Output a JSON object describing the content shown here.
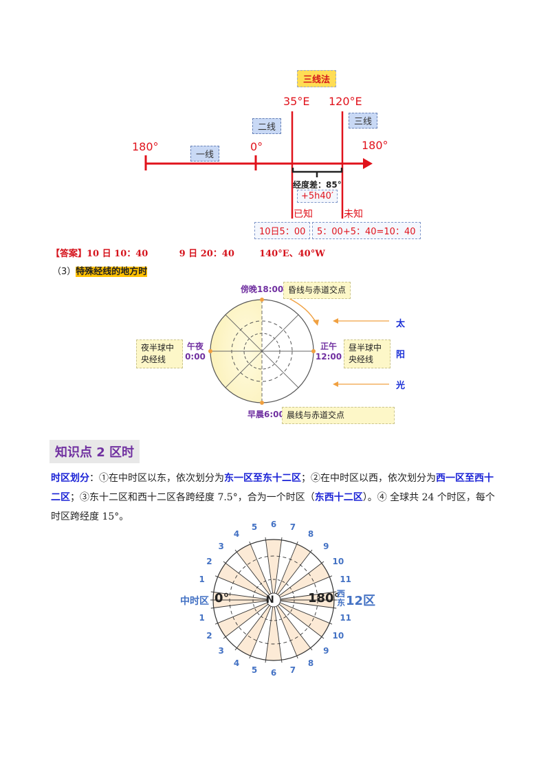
{
  "three_line": {
    "title": "三线法",
    "label_35e": "35°E",
    "label_120e": "120°E",
    "callout_line2": "二线",
    "callout_line3": "三线",
    "callout_line1": "一线",
    "label_180_left": "180°",
    "label_0": "0°",
    "label_180_right": "180°",
    "lon_diff": "经度差：85°",
    "time_diff": "+5h40′",
    "known": "已知",
    "unknown": "未知",
    "known_time": "10日5：00",
    "calc": "5：00+5：40=10：40"
  },
  "answer": {
    "label": "【答案】",
    "text": "10 日 10：40          9 日 20：40        140°E、40°W"
  },
  "section3": {
    "num": "（3）",
    "title": "特殊经线的地方时"
  },
  "circle_diagram": {
    "dusk_time": "傍晚18:00",
    "dusk_note": "昏线与赤道交点",
    "dawn_time": "早晨6:00",
    "dawn_note": "晨线与赤道交点",
    "midnight_label": "午夜",
    "midnight_time": "0:00",
    "noon_label": "正午",
    "noon_time": "12:00",
    "night_note": "夜半球中央经线",
    "day_note": "昼半球中央经线",
    "sun_chars": [
      "太",
      "阳",
      "光"
    ]
  },
  "knowledge2": {
    "heading": "知识点 2  区时"
  },
  "zone_division": {
    "lead": "时区划分",
    "t1": "：①在中时区以东，依次划分为",
    "k1": "东一区至东十二区",
    "t2": "；②在中时区以西，依次划分为",
    "k2": "西一区至西十二区",
    "t3": "；③东十二区和西十二区各跨经度 7.5°，合为一个时区（",
    "k3": "东西十二区",
    "t4": "）。④ 全球共 24 个时区，每个时区跨经度 15°。"
  },
  "zone_diagram": {
    "center": "N",
    "left_label": "中时区",
    "deg0": "0°",
    "deg180": "180°",
    "west": "西",
    "east": "东",
    "twelve_zone": "12区",
    "top_numbers": [
      "1",
      "2",
      "3",
      "4",
      "5",
      "6",
      "7",
      "8",
      "9",
      "10",
      "11"
    ],
    "bottom_numbers": [
      "1",
      "2",
      "3",
      "4",
      "5",
      "6",
      "7",
      "8",
      "9",
      "10",
      "11"
    ]
  },
  "colors": {
    "red": "#e0121b",
    "blue": "#1a22d6",
    "purple": "#7030a0",
    "zone_blue": "#4472c4"
  }
}
